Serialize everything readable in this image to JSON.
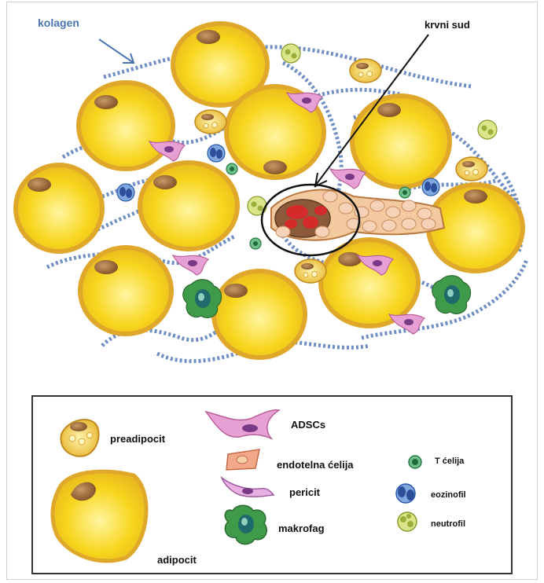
{
  "labels": {
    "collagen": "kolagen",
    "blood_vessel": "krvni sud"
  },
  "legend": {
    "preadipocyte": "preadipocit",
    "adipocyte": "adipocit",
    "adscs": "ADSCs",
    "endothelial": "endotelna ćelija",
    "pericyte": "pericit",
    "macrophage": "makrofag",
    "t_cell": "T ćelija",
    "eosinophil": "eozinofil",
    "neutrophil": "neutrofil"
  },
  "colors": {
    "adipocyte_fill": "#f7d51c",
    "adipocyte_rim": "#e0a82a",
    "nucleus": "#9a6a3a",
    "collagen": "#6f8fc4",
    "pericyte": "#e49bd0",
    "macrophage": "#3f9a4a",
    "eosinophil": "#3d6fc4",
    "neutrophil": "#c9d86a",
    "t_cell": "#3aa064",
    "blood": "#d42a2a"
  }
}
